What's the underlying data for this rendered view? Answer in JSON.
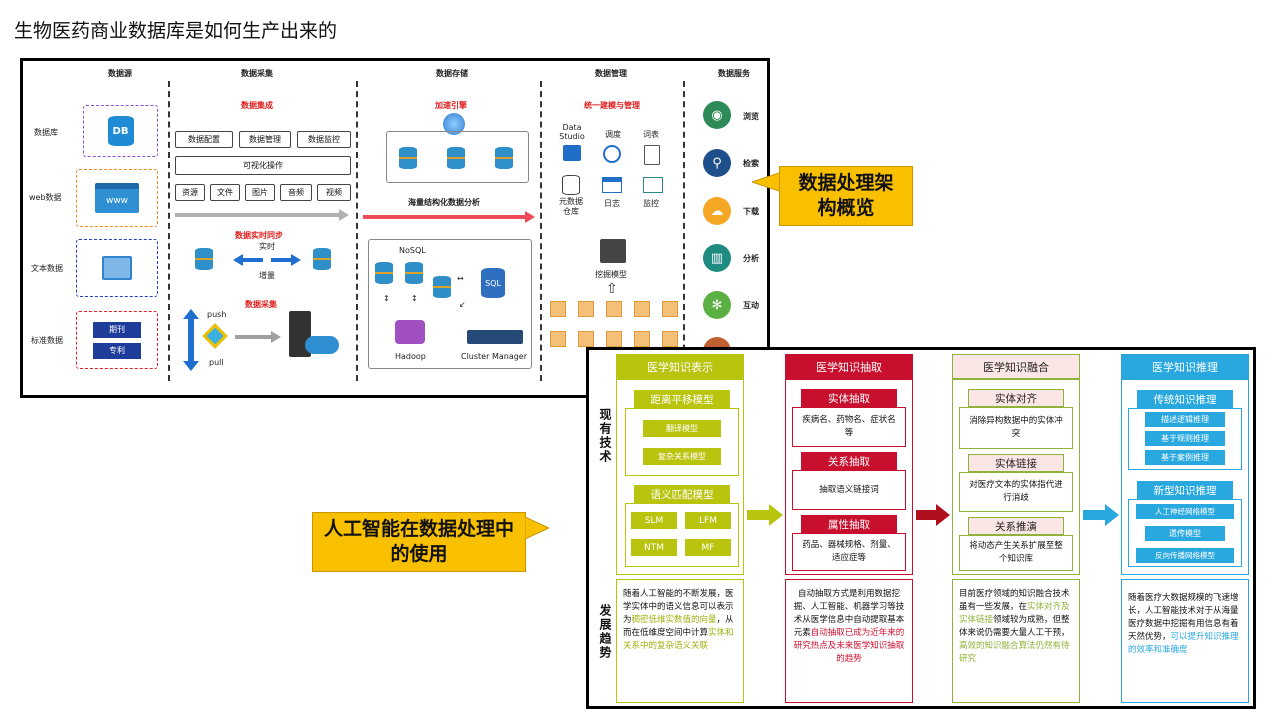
{
  "page_title": "生物医药商业数据库是如何生产出来的",
  "arch": {
    "headers": [
      "数据源",
      "数据采集",
      "数据存储",
      "数据管理",
      "数据服务"
    ],
    "sources": [
      "数据库",
      "web数据",
      "文本数据",
      "标准数据"
    ],
    "source_db_icon": "DB",
    "source_web_icon": "www",
    "source_std_items": [
      "期刊",
      "专利"
    ],
    "collect": {
      "integration_title": "数据集成",
      "btn_row1": [
        "数据配置",
        "数据管理",
        "数据监控"
      ],
      "visual_ops": "可视化操作",
      "btn_row2": [
        "资源",
        "文件",
        "图片",
        "音频",
        "视频"
      ],
      "realtime_title": "数据实时同步",
      "realtime": "实时",
      "incremental": "增量",
      "collect_title": "数据采集",
      "push": "push",
      "pull": "pull"
    },
    "storage": {
      "accel_title": "加速引擎",
      "massive": "海量结构化数据分析",
      "nosql": "NoSQL",
      "sql": "SQL",
      "hadoop": "Hadoop",
      "cluster": "Cluster Manager"
    },
    "manage": {
      "title": "统一建模与管理",
      "items": [
        "Data Studio",
        "调度",
        "词表",
        "元数据仓库",
        "日志",
        "监控"
      ],
      "mining": "挖掘模型"
    },
    "services": [
      "浏览",
      "检索",
      "下载",
      "分析",
      "互动"
    ],
    "colors": {
      "red": "#e02020",
      "blue": "#1e6fd0",
      "green": "#2e8b57",
      "orange": "#f5a623"
    }
  },
  "callout1": "数据处理架构概览",
  "callout2": "人工智能在数据处理中的使用",
  "med": {
    "row_labels": [
      "现有技术",
      "发展趋势"
    ],
    "cols": [
      {
        "title": "医学知识表示",
        "color": "#b9c40f",
        "sub1": "距离平移模型",
        "sub1_items": [
          "翻译模型",
          "复杂关系模型"
        ],
        "sub2": "语义匹配模型",
        "sub2_items": [
          "SLM",
          "LFM",
          "NTM",
          "MF"
        ],
        "trend_plain_a": "随着人工智能的不断发展，医学实体中的语义信息可以表示为",
        "trend_hl_a": "稠密低维实数值的向量",
        "trend_plain_b": "，从而在低维度空间中计算",
        "trend_hl_b": "实体和关系中的复杂语义关联"
      },
      {
        "title": "医学知识抽取",
        "color": "#c8102e",
        "sub1": "实体抽取",
        "sub1_text": "疾病名、药物名、症状名等",
        "sub2": "关系抽取",
        "sub2_text": "抽取语义链接词",
        "sub3": "属性抽取",
        "sub3_text": "药品、器械规格、剂量、适应症等",
        "trend_plain_a": "自动抽取方式是利用数据挖掘、人工智能、机器学习等技术从医学信息中自动提取基本元素",
        "trend_hl_a": "自动抽取已成为近年来的研究热点及未来医学知识抽取的趋势"
      },
      {
        "title": "医学知识融合",
        "color": "#8fb33a",
        "sub1": "实体对齐",
        "sub1_text": "消除异构数据中的实体冲突",
        "sub2": "实体链接",
        "sub2_text": "对医疗文本的实体指代进行消歧",
        "sub3": "关系推演",
        "sub3_text": "将动态产生关系扩展至整个知识库",
        "trend_plain_a": "目前医疗领域的知识融合技术虽有一些发展，在",
        "trend_hl_a": "实体对齐及实体链接",
        "trend_plain_b": "领域较为成熟，但整体来说仍需要大量人工干预，",
        "trend_hl_b": "高效的知识融合算法仍然有待研究"
      },
      {
        "title": "医学知识推理",
        "color": "#29a8e0",
        "sub1": "传统知识推理",
        "sub1_items": [
          "描述逻辑推理",
          "基于规则推理",
          "基于案例推理"
        ],
        "sub2": "新型知识推理",
        "sub2_items": [
          "人工神经网络模型",
          "遗传模型",
          "反向传播网络模型"
        ],
        "trend_plain_a": "随着医疗大数据规模的飞速增长，人工智能技术对于从海量医疗数据中挖掘有用信息有着天然优势，",
        "trend_hl_a": "可以提升知识推理的效率和准确度"
      }
    ]
  }
}
